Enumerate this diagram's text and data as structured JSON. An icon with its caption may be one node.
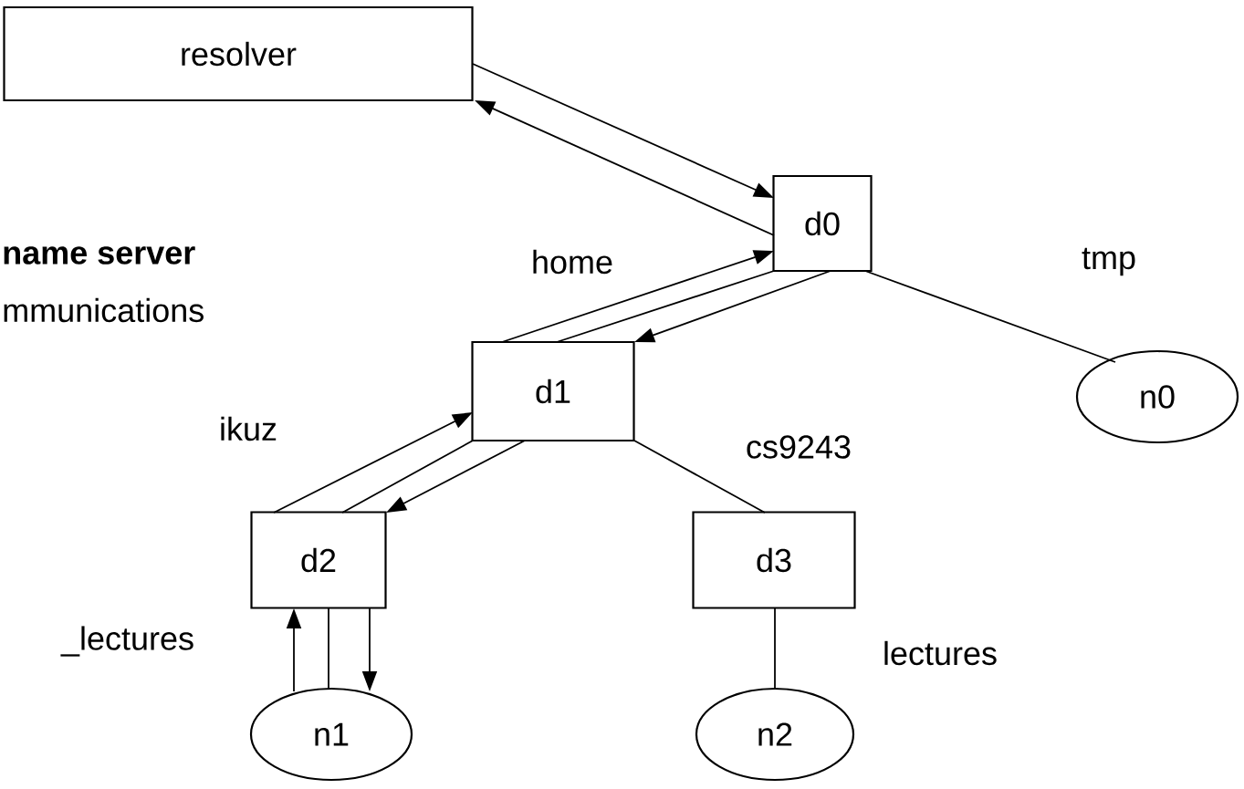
{
  "diagram": {
    "nodes": [
      {
        "text": [
          "resolver"
        ]
      },
      {
        "text": [
          "d0"
        ]
      },
      {
        "text": [
          "d1"
        ]
      },
      {
        "text": [
          "n0"
        ]
      },
      {
        "text": [
          "d2"
        ]
      },
      {
        "text": [
          "d3"
        ]
      },
      {
        "text": [
          "n1"
        ]
      },
      {
        "text": [
          "n2"
        ]
      }
    ],
    "edges": [
      {
        "from": 0,
        "to": 1,
        "arrow": "to"
      },
      {
        "from": 1,
        "to": 0,
        "arrow": "to"
      },
      {
        "from": 2,
        "to": 1,
        "arrow": "to",
        "label": "home"
      },
      {
        "from": 1,
        "to": 2,
        "arrow": "none"
      },
      {
        "from": 1,
        "to": 2,
        "arrow": "to"
      },
      {
        "from": 1,
        "to": 3,
        "arrow": "none",
        "label": "tmp"
      },
      {
        "from": 4,
        "to": 2,
        "arrow": "to",
        "label": "ikuz"
      },
      {
        "from": 2,
        "to": 4,
        "arrow": "none"
      },
      {
        "from": 2,
        "to": 4,
        "arrow": "to"
      },
      {
        "from": 2,
        "to": 5,
        "arrow": "none",
        "label": "cs9243"
      },
      {
        "from": 6,
        "to": 4,
        "arrow": "to",
        "label": "_lectures"
      },
      {
        "from": 4,
        "to": 6,
        "arrow": "none"
      },
      {
        "from": 4,
        "to": 6,
        "arrow": "to"
      },
      {
        "from": 5,
        "to": 7,
        "arrow": "none",
        "label": "lectures"
      }
    ],
    "labels": [
      "**name server**",
      "mmunications"
    ]
  }
}
